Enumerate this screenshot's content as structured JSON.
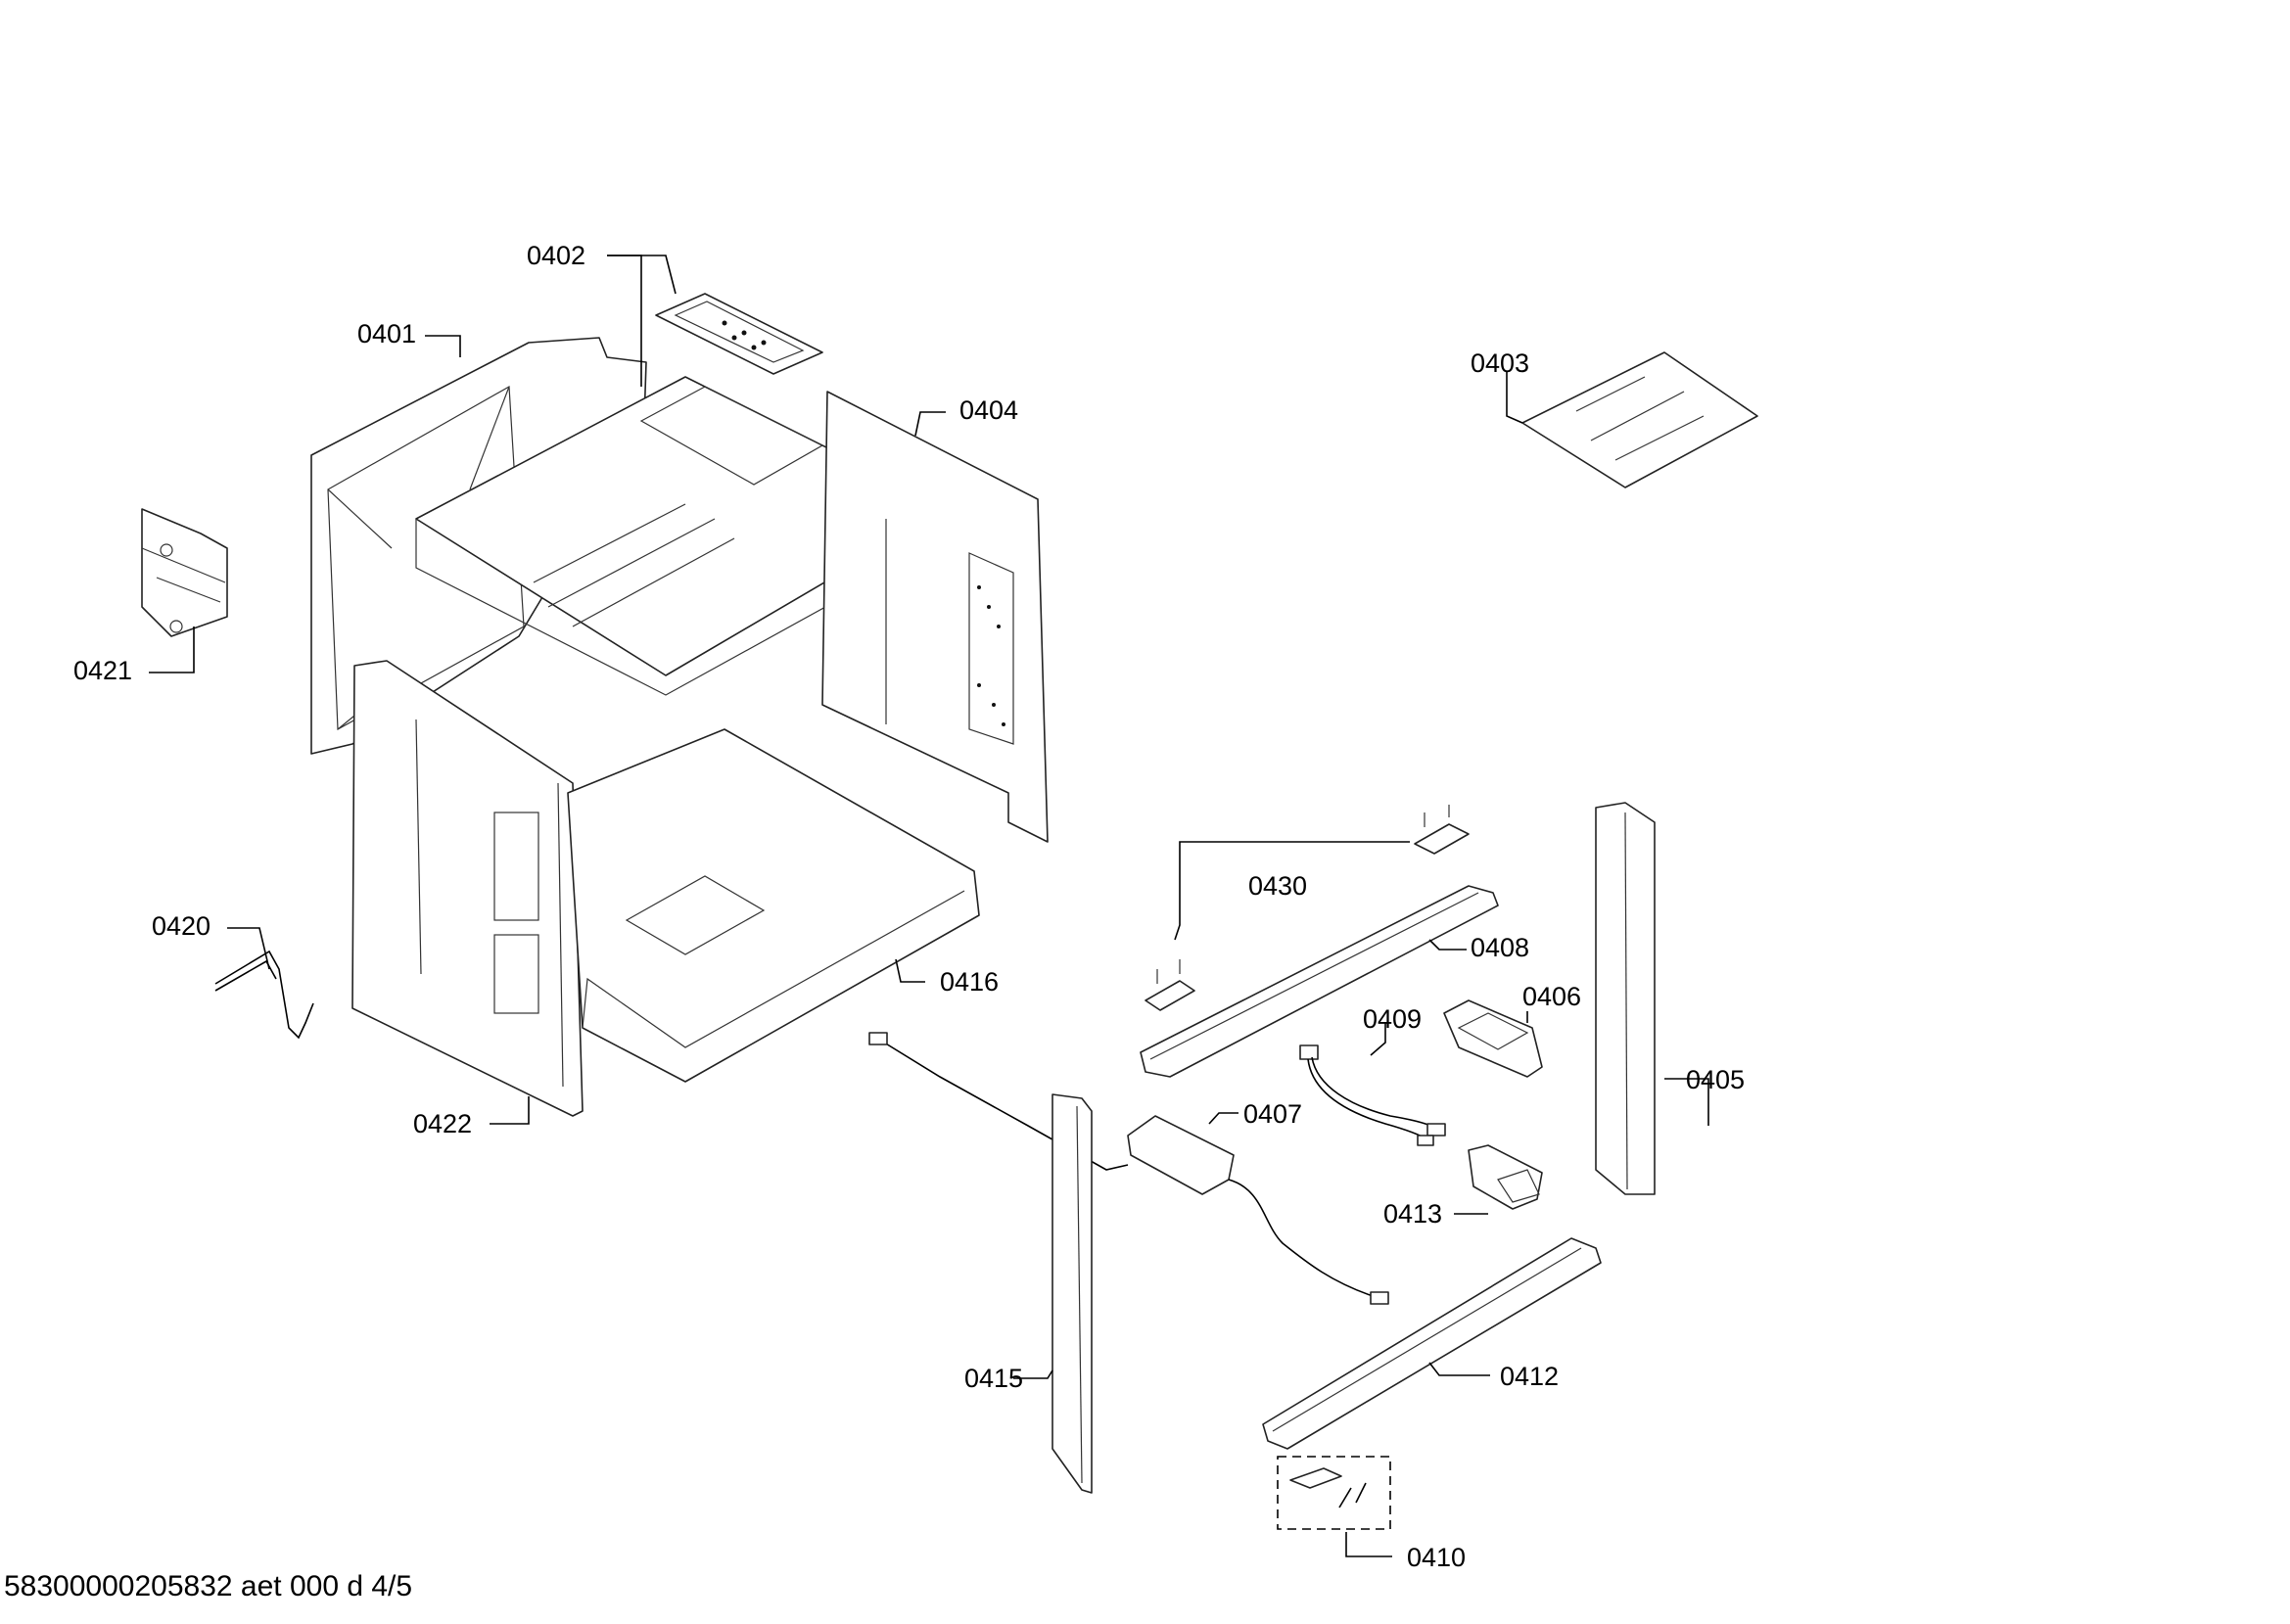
{
  "labels": {
    "p0401": "0401",
    "p0402": "0402",
    "p0403": "0403",
    "p0404": "0404",
    "p0405": "0405",
    "p0406": "0406",
    "p0407": "0407",
    "p0408": "0408",
    "p0409": "0409",
    "p0410": "0410",
    "p0412": "0412",
    "p0413": "0413",
    "p0415": "0415",
    "p0416": "0416",
    "p0420": "0420",
    "p0421": "0421",
    "p0422": "0422",
    "p0430": "0430"
  },
  "footer": "58300000205832 aet 000 d 4/5"
}
